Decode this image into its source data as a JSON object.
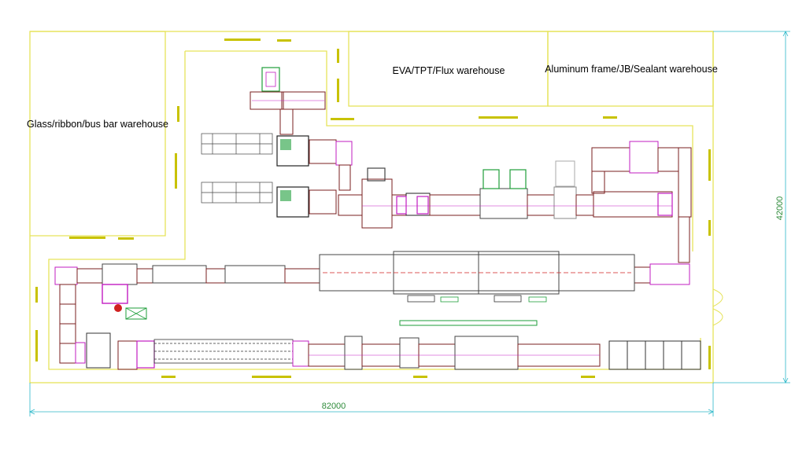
{
  "warehouses": {
    "glass": "Glass/ribbon/bus bar warehouse",
    "eva": "EVA/TPT/Flux warehouse",
    "aluminum": "Aluminum frame/JB/Sealant warehouse"
  },
  "dimensions": {
    "width": "82000",
    "height": "42000"
  },
  "colors": {
    "outline": "#e6e35a",
    "equipment": "#7a1f1f",
    "accent_magenta": "#c21cc2",
    "accent_green": "#1e9e3a",
    "dimension": "#2bb8c9",
    "dimension_text": "#2e8b3a"
  }
}
